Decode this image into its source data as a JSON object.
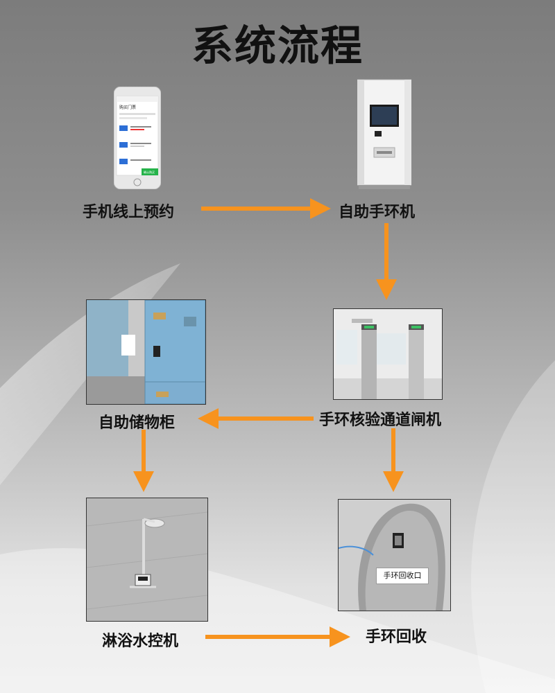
{
  "title": "系统流程",
  "nodes": {
    "phone_booking": {
      "label": "手机线上预约",
      "icon": "smartphone-app"
    },
    "wristband_kiosk": {
      "label": "自助手环机",
      "icon": "kiosk-machine"
    },
    "gate": {
      "label": "手环核验通道闸机",
      "icon": "turnstile-gate"
    },
    "locker": {
      "label": "自助储物柜",
      "icon": "locker"
    },
    "shower": {
      "label": "淋浴水控机",
      "icon": "shower-controller"
    },
    "recycle": {
      "label": "手环回收",
      "icon": "wristband-return-slot"
    }
  },
  "phone_screen": {
    "header": "购买门票",
    "confirm_button": "确认购买"
  },
  "recycle_sign": "手环回收口",
  "colors": {
    "arrow": "#f7931e",
    "title": "#111111"
  }
}
